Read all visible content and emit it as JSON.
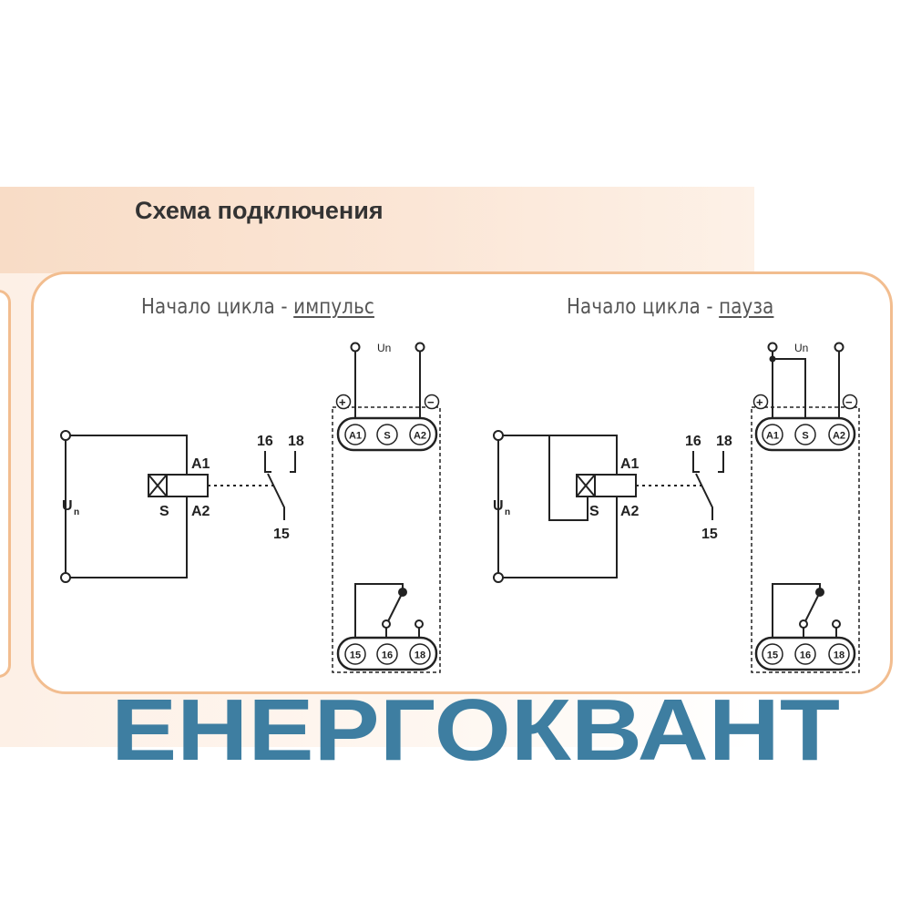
{
  "header": {
    "title": "Схема подключения"
  },
  "left": {
    "caption_prefix": "Начало цикла - ",
    "caption_mode": "импульс",
    "un_top": "Un",
    "un_side": "U",
    "un_side_sub": "n",
    "relay_a1": "A1",
    "relay_a2": "A2",
    "relay_s": "S",
    "contact_16": "16",
    "contact_18": "18",
    "contact_15": "15",
    "plus_sign": "+",
    "minus_sign": "−",
    "terminal_a1": "A1",
    "terminal_s": "S",
    "terminal_a2": "A2",
    "terminal_15": "15",
    "terminal_16": "16",
    "terminal_18": "18"
  },
  "right": {
    "caption_prefix": "Начало цикла - ",
    "caption_mode": "пауза",
    "un_top": "Un",
    "un_side": "U",
    "un_side_sub": "n",
    "relay_a1": "A1",
    "relay_a2": "A2",
    "relay_s": "S",
    "contact_16": "16",
    "contact_18": "18",
    "contact_15": "15",
    "plus_sign": "+",
    "minus_sign": "−",
    "terminal_a1": "A1",
    "terminal_s": "S",
    "terminal_a2": "A2",
    "terminal_15": "15",
    "terminal_16": "16",
    "terminal_18": "18"
  },
  "logo": {
    "text": "ЕНЕРГОКВАНТ",
    "color": "#3e7ea1"
  },
  "colors": {
    "band": "#f8dcc6",
    "panel_border": "#f2bd8f",
    "line": "#222222"
  }
}
